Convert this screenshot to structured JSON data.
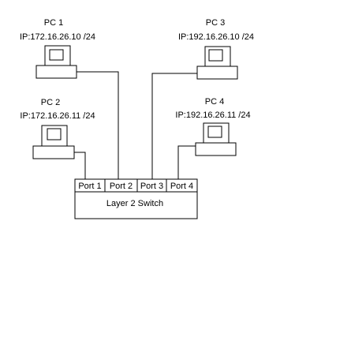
{
  "pcs": [
    {
      "name": "PC 1",
      "ip": "IP:172.16.26.10 /24"
    },
    {
      "name": "PC 2",
      "ip": "IP:172.16.26.11 /24"
    },
    {
      "name": "PC 3",
      "ip": "IP:192.16.26.10 /24"
    },
    {
      "name": "PC 4",
      "ip": "IP:192.16.26.11 /24"
    }
  ],
  "switch": {
    "label": "Layer 2 Switch",
    "ports": [
      "Port 1",
      "Port 2",
      "Port 3",
      "Port 4"
    ]
  }
}
